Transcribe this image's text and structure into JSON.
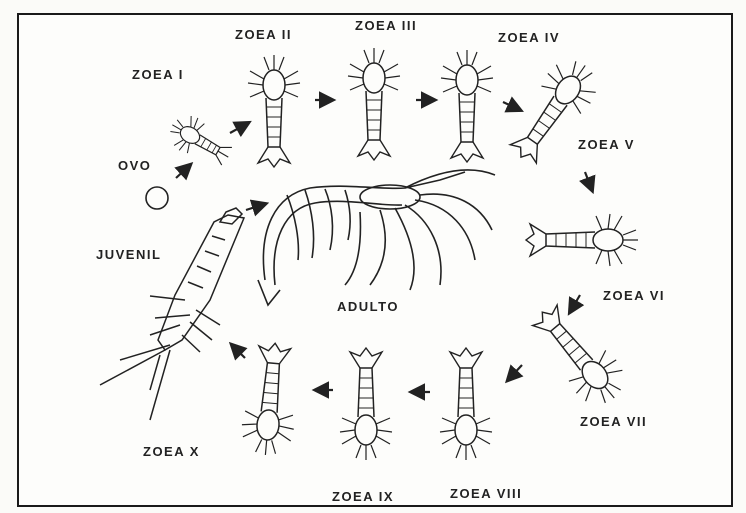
{
  "labels": {
    "ovo": "OVO",
    "zoea_1": "ZOEA I",
    "zoea_2": "ZOEA II",
    "zoea_3": "ZOEA III",
    "zoea_4": "ZOEA IV",
    "zoea_5": "ZOEA V",
    "zoea_6": "ZOEA VI",
    "zoea_7": "ZOEA VII",
    "zoea_8": "ZOEA VIII",
    "zoea_9": "ZOEA IX",
    "zoea_10": "ZOEA X",
    "juvenil": "JUVENIL",
    "adulto": "ADULTO"
  },
  "colors": {
    "ink": "#222222",
    "paper": "#fdfdfb"
  }
}
